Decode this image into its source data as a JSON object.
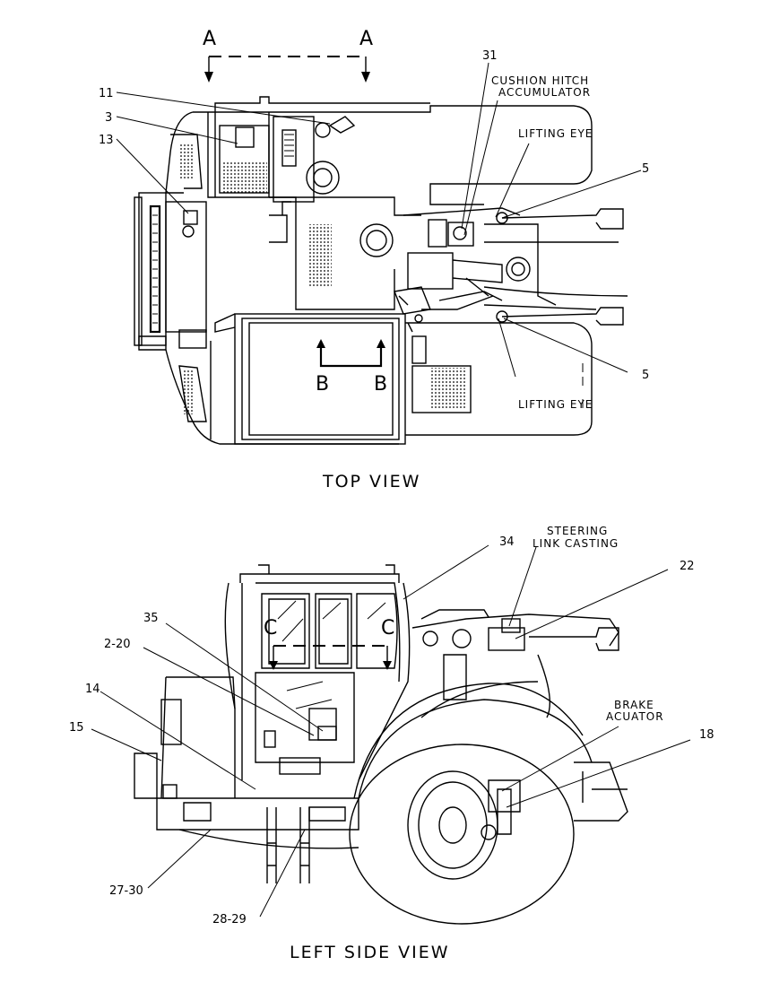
{
  "views": {
    "top": {
      "title": "TOP VIEW",
      "section_a_left": "A",
      "section_a_right": "A",
      "section_b_left": "B",
      "section_b_right": "B",
      "labels": {
        "cushion_hitch": "CUSHION HITCH",
        "accumulator": "ACCUMULATOR",
        "lifting_eye_top": "LIFTING EYE",
        "lifting_eye_bottom": "LIFTING EYE"
      },
      "callouts": {
        "c11": "11",
        "c3": "3",
        "c13": "13",
        "c31": "31",
        "c5_top": "5",
        "c5_bottom": "5"
      }
    },
    "side": {
      "title": "LEFT SIDE VIEW",
      "section_c_left": "C",
      "section_c_right": "C",
      "labels": {
        "steering": "STEERING",
        "link_casting": "LINK CASTING",
        "brake": "BRAKE",
        "acuator": "ACUATOR"
      },
      "callouts": {
        "c34": "34",
        "c22": "22",
        "c35": "35",
        "c2_20": "2-20",
        "c14": "14",
        "c15": "15",
        "c18": "18",
        "c27_30": "27-30",
        "c28_29": "28-29"
      }
    }
  }
}
